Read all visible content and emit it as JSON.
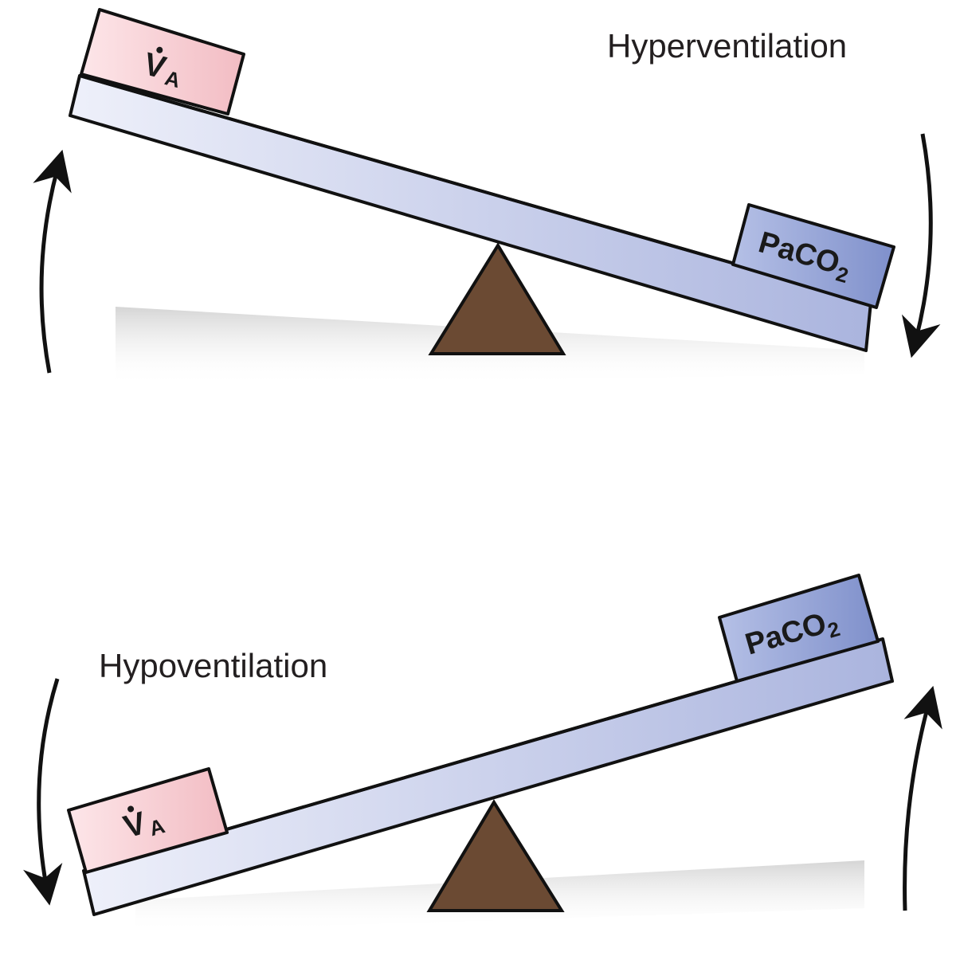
{
  "top_scene": {
    "caption": "Hyperventilation",
    "left_block": {
      "main": "V",
      "sub": "A"
    },
    "right_block": {
      "main": "PaCO",
      "sub": "2"
    }
  },
  "bottom_scene": {
    "caption": "Hypoventilation",
    "left_block": {
      "main": "V",
      "sub": "A"
    },
    "right_block": {
      "main": "PaCO",
      "sub": "2"
    }
  },
  "colors": {
    "va_block": "#f6cdd2",
    "paco2_block": "#8f9fd3",
    "beam": "#c7cdea",
    "fulcrum": "#6b4a33",
    "outline": "#111111"
  }
}
